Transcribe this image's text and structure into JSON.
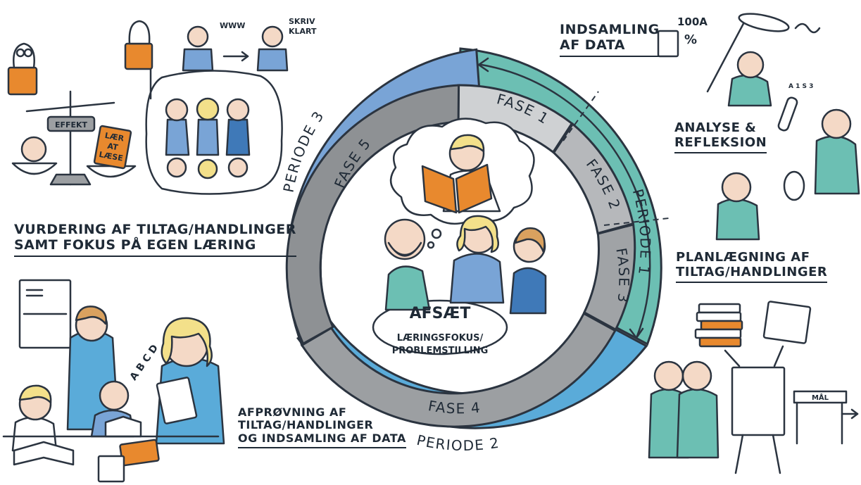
{
  "center": {
    "title": "AFSÆT",
    "subtitle_line1": "LÆRINGSFOKUS/",
    "subtitle_line2": "PROBLEMSTILLING"
  },
  "periods": [
    {
      "label": "PERIODE 1",
      "color": "#6cbfb3"
    },
    {
      "label": "PERIODE 2",
      "color": "#5aabd9"
    },
    {
      "label": "PERIODE 3",
      "color": "#79a4d6"
    }
  ],
  "phases": [
    {
      "label": "FASE 1",
      "color": "#cfd1d3"
    },
    {
      "label": "FASE 2",
      "color": "#b6b8bb"
    },
    {
      "label": "FASE 3",
      "color": "#a0a3a6"
    },
    {
      "label": "FASE 4",
      "color": "#9c9fa2"
    },
    {
      "label": "FASE 5",
      "color": "#8e9194"
    }
  ],
  "annotations": {
    "vurdering": [
      "VURDERING AF TILTAG/HANDLINGER",
      "SAMT FOKUS PÅ EGEN LÆRING"
    ],
    "indsamling": [
      "INDSAMLING",
      "AF DATA"
    ],
    "analyse": [
      "ANALYSE &",
      "REFLEKSION"
    ],
    "planlaegning": [
      "PLANLÆGNING AF",
      "TILTAG/HANDLINGER"
    ],
    "afproevning": [
      "AFPRØVNING AF",
      "TILTAG/HANDLINGER",
      "OG INDSAMLING AF DATA"
    ]
  },
  "doodle_text": {
    "effekt": "EFFEKT",
    "laer_at_laese": [
      "LÆR",
      "AT",
      "LÆSE"
    ],
    "skriv_klart": [
      "SKRIV",
      "KLART"
    ],
    "scribble": "WWW",
    "count_100a": "100A",
    "percent": "%",
    "abcd": "A B C D",
    "maal": "MÅL",
    "formula": "A 1 S 3"
  }
}
